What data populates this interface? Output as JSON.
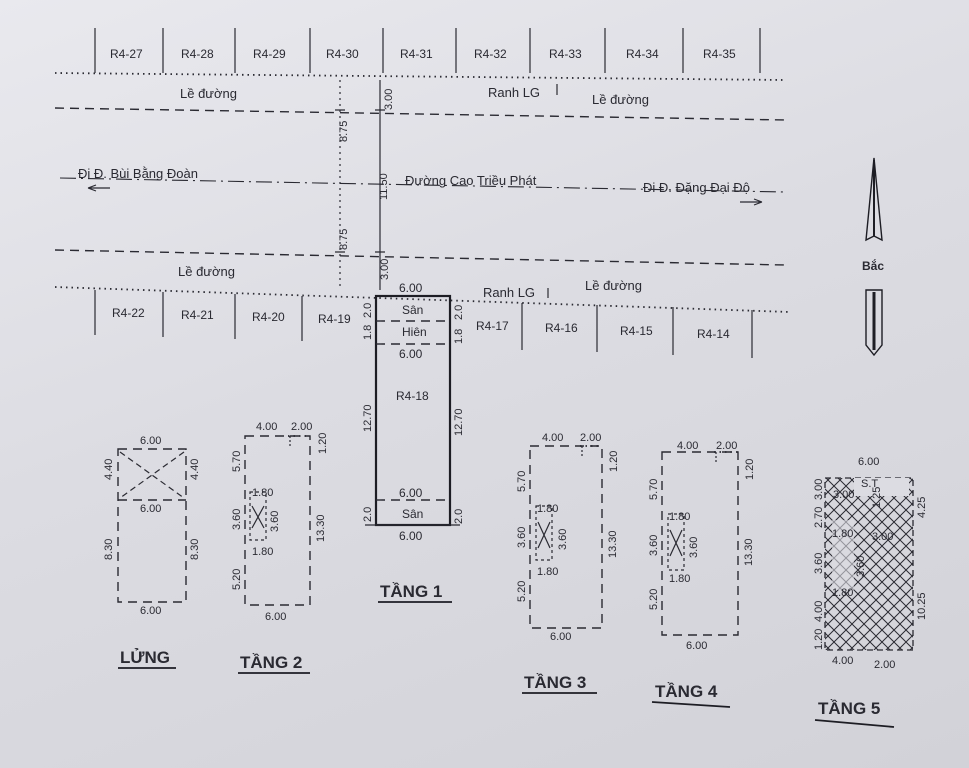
{
  "lots_top": [
    "R4-27",
    "R4-28",
    "R4-29",
    "R4-30",
    "R4-31",
    "R4-32",
    "R4-33",
    "R4-34",
    "R4-35"
  ],
  "lots_bottom_left": [
    "R4-22",
    "R4-21",
    "R4-20",
    "R4-19"
  ],
  "lots_bottom_right": [
    "R4-17",
    "R4-16",
    "R4-15",
    "R4-14"
  ],
  "street": {
    "sidewalk": "Lề đường",
    "boundary": "Ranh LG",
    "road_name": "Đường Cao Triều Phát",
    "to_left": "Đi Đ. Bùi Bằng Đoàn",
    "to_right": "Đi Đ. Đặng Đại Độ",
    "dim_sidewalk": "3.00",
    "dim_setback": "8.75",
    "dim_road": "11.50"
  },
  "main_lot": {
    "id": "R4-18",
    "front_yard": "Sân",
    "porch": "Hiên",
    "back_yard": "Sân",
    "width": "6.00",
    "depth": "12.70",
    "yard": "2.0",
    "porch_depth": "1.8",
    "label": "TẦNG 1"
  },
  "floors": {
    "lung": {
      "label": "LỬNG",
      "w": "6.00",
      "a": "4.40",
      "b": "8.30"
    },
    "t2": {
      "label": "TẦNG 2",
      "w1": "4.00",
      "w2": "2.00",
      "d1": "1.20",
      "d2": "5.70",
      "d3": "1.80",
      "d4": "3.60",
      "d5": "13.30",
      "d6": "5.20",
      "w": "6.00"
    },
    "t3": {
      "label": "TẦNG 3",
      "w1": "4.00",
      "w2": "2.00",
      "d1": "1.20",
      "d2": "5.70",
      "d3": "1.80",
      "d4": "3.60",
      "d5": "13.30",
      "d6": "5.20",
      "w": "6.00"
    },
    "t4": {
      "label": "TẦNG 4",
      "w1": "4.00",
      "w2": "2.00",
      "d1": "1.20",
      "d2": "5.70",
      "d3": "1.80",
      "d4": "3.60",
      "d5": "13.30",
      "d6": "5.20",
      "w": "6.00"
    },
    "t5": {
      "label": "TẦNG 5",
      "w": "6.00",
      "st": "S.T",
      "a": "3.00",
      "b": "1.25",
      "c": "4.25",
      "d": "2.70",
      "e": "1.80",
      "f": "3.00",
      "g": "3.60",
      "h": "10.25",
      "i": "4.00",
      "j": "1.20",
      "k": "4.00",
      "l": "2.00"
    }
  },
  "north_symbol": "Bắc"
}
